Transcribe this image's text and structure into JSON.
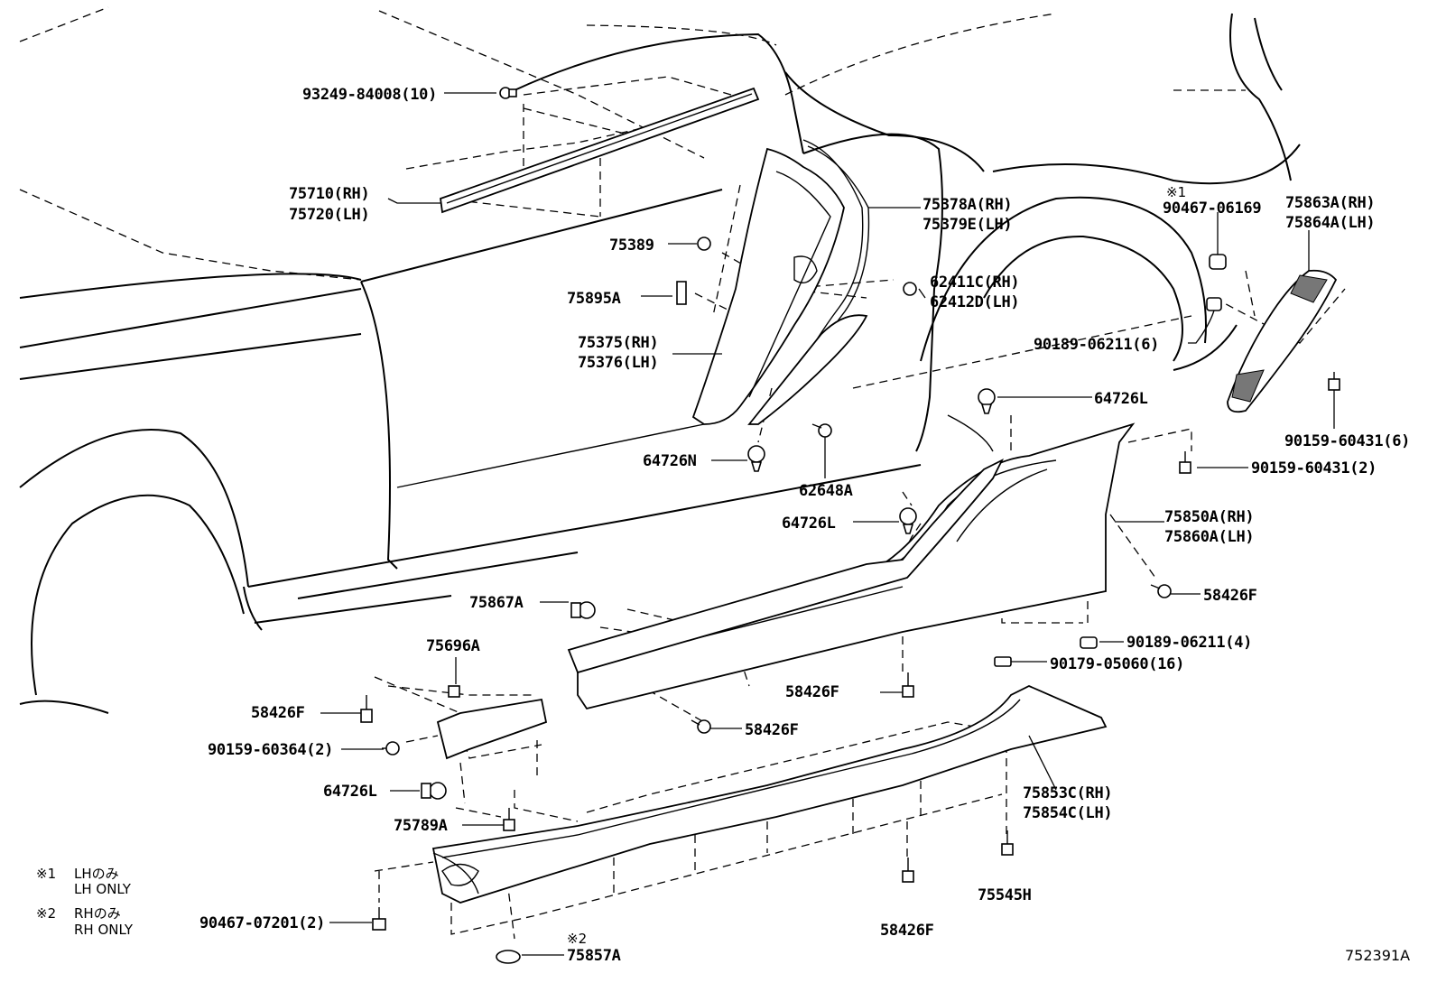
{
  "diagram": {
    "reference_code": "752391A",
    "notes": [
      {
        "mark": "※1",
        "line1": "LHのみ",
        "line2": "LH ONLY"
      },
      {
        "mark": "※2",
        "line1": "RHのみ",
        "line2": "RH ONLY"
      }
    ],
    "callouts": {
      "c1": "93249-84008(10)",
      "c2a": "75710(RH)",
      "c2b": "75720(LH)",
      "c3": "75389",
      "c4": "75895A",
      "c5a": "75375(RH)",
      "c5b": "75376(LH)",
      "c6a": "75378A(RH)",
      "c6b": "75379E(LH)",
      "c7a": "62411C(RH)",
      "c7b": "62412D(LH)",
      "c8mark": "※1",
      "c8": "90467-06169",
      "c9a": "75863A(RH)",
      "c9b": "75864A(LH)",
      "c10": "90189-06211(6)",
      "c11": "64726L",
      "c12": "90159-60431(6)",
      "c13": "90159-60431(2)",
      "c14": "64726N",
      "c15": "62648A",
      "c16": "64726L",
      "c17a": "75850A(RH)",
      "c17b": "75860A(LH)",
      "c18": "58426F",
      "c19": "75867A",
      "c20": "90189-06211(4)",
      "c21": "75696A",
      "c22": "90179-05060(16)",
      "c23": "58426F",
      "c24": "58426F",
      "c25": "90159-60364(2)",
      "c26": "58426F",
      "c27": "64726L",
      "c28a": "75853C(RH)",
      "c28b": "75854C(LH)",
      "c29": "75789A",
      "c30": "75545H",
      "c31": "90467-07201(2)",
      "c32": "58426F",
      "c33mark": "※2",
      "c33": "75857A"
    }
  }
}
